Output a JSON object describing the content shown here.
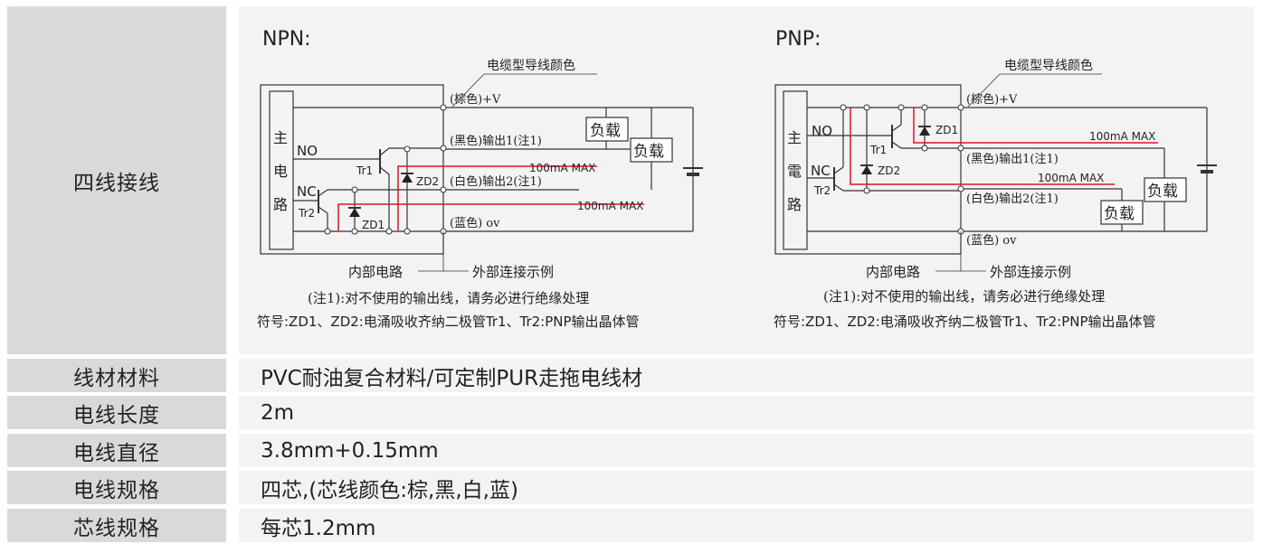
{
  "rows": {
    "wiring": {
      "label": "四线接线"
    },
    "material": {
      "label": "线材材料",
      "value": "PVC耐油复合材料/可定制PUR走拖电线材"
    },
    "length": {
      "label": "电线长度",
      "value": "2m"
    },
    "diameter": {
      "label": "电线直径",
      "value": "3.8mm+0.15mm"
    },
    "spec": {
      "label": "电线规格",
      "value": "四芯,(芯线颜色:棕,黑,白,蓝)"
    },
    "core": {
      "label": "芯线规格",
      "value": "每芯1.2mm"
    }
  },
  "npn": {
    "title": "NPN:",
    "cable_color": "电缆型导线颜色",
    "main_circuit": [
      "主",
      "电",
      "路"
    ],
    "no": "NO",
    "nc": "NC",
    "tr1": "Tr1",
    "tr2": "Tr2",
    "zd1": "ZD1",
    "zd2": "ZD2",
    "wire_brown": "(棕色)+V",
    "wire_black": "(黑色)输出1(注1)",
    "wire_white": "(白色)输出2(注1)",
    "wire_blue": "(蓝色) ov",
    "load1": "负载",
    "load2": "负载",
    "max1": "100mA MAX",
    "max2": "100mA MAX",
    "inner": "内部电路",
    "outer": "外部连接示例",
    "note": "(注1):对不使用的输出线，请务必进行绝缘处理",
    "symbol": "符号:ZD1、ZD2:电涌吸收齐纳二极管Tr1、Tr2:PNP输出晶体管"
  },
  "pnp": {
    "title": "PNP:",
    "cable_color": "电缆型导线颜色",
    "main_circuit": [
      "主",
      "電",
      "路"
    ],
    "no": "NO",
    "nc": "NC",
    "tr1": "Tr1",
    "tr2": "Tr2",
    "zd1": "ZD1",
    "zd2": "ZD2",
    "wire_brown": "(棕色)+V",
    "wire_black": "(黑色)输出1(注1)",
    "wire_white": "(白色)输出2(注1)",
    "wire_blue": "(蓝色) ov",
    "load1": "负载",
    "load2": "负载",
    "max1": "100mA MAX",
    "max2": "100mA MAX",
    "inner": "内部电路",
    "outer": "外部连接示例",
    "note": "(注1):对不使用的输出线，请务必进行绝缘处理",
    "symbol": "符号:ZD1、ZD2:电涌吸收齐纳二极管Tr1、Tr2:PNP输出晶体管"
  },
  "colors": {
    "label_bg": "#d9d9d9",
    "value_bg": "#f3f3f3",
    "red_wire": "#e0141e"
  }
}
